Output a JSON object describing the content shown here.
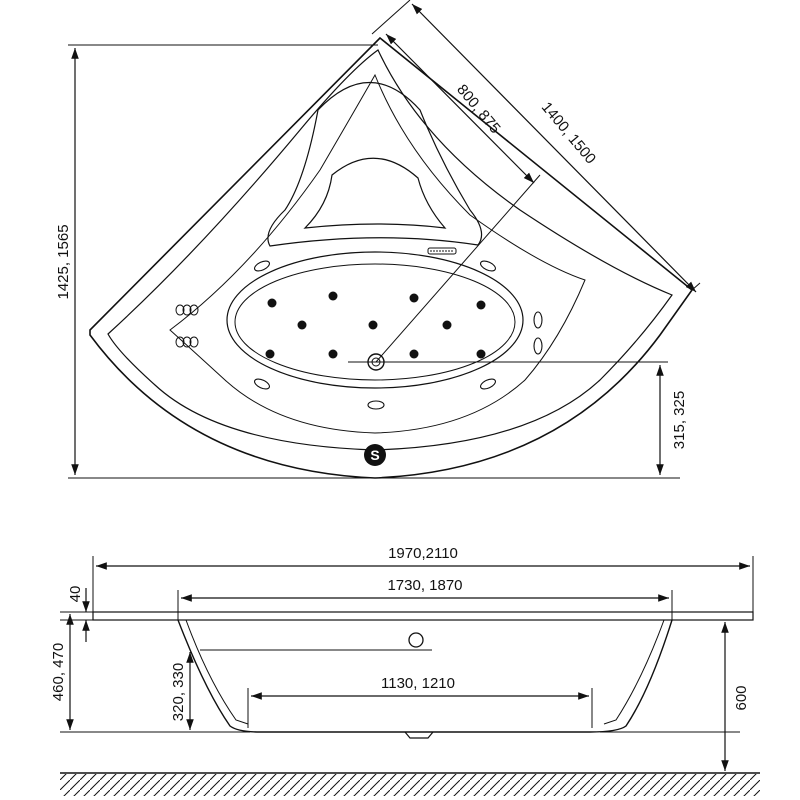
{
  "top_view": {
    "dimensions": {
      "height_total": "1425, 1565",
      "side_long": "1400, 1500",
      "side_short": "800, 875",
      "drain_offset": "315, 325"
    },
    "symbol_letter": "S"
  },
  "side_view": {
    "dimensions": {
      "length_total": "1970,2110",
      "length_inner": "1730, 1870",
      "length_bottom": "1130, 1210",
      "rim_thickness": "40",
      "depth_total": "460, 470",
      "depth_inner": "320, 330",
      "height_floor": "600"
    }
  },
  "colors": {
    "line": "#111111",
    "background": "#ffffff"
  }
}
